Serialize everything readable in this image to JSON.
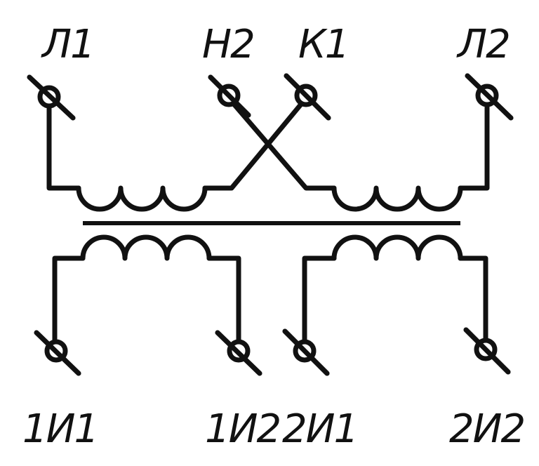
{
  "labels": {
    "top": [
      "Л1",
      "Н2",
      "К1",
      "Л2"
    ],
    "bottom": [
      "1И1",
      "1И2",
      "2И1",
      "2И2"
    ]
  },
  "colors": {
    "line": "#111111",
    "background": "#ffffff"
  }
}
